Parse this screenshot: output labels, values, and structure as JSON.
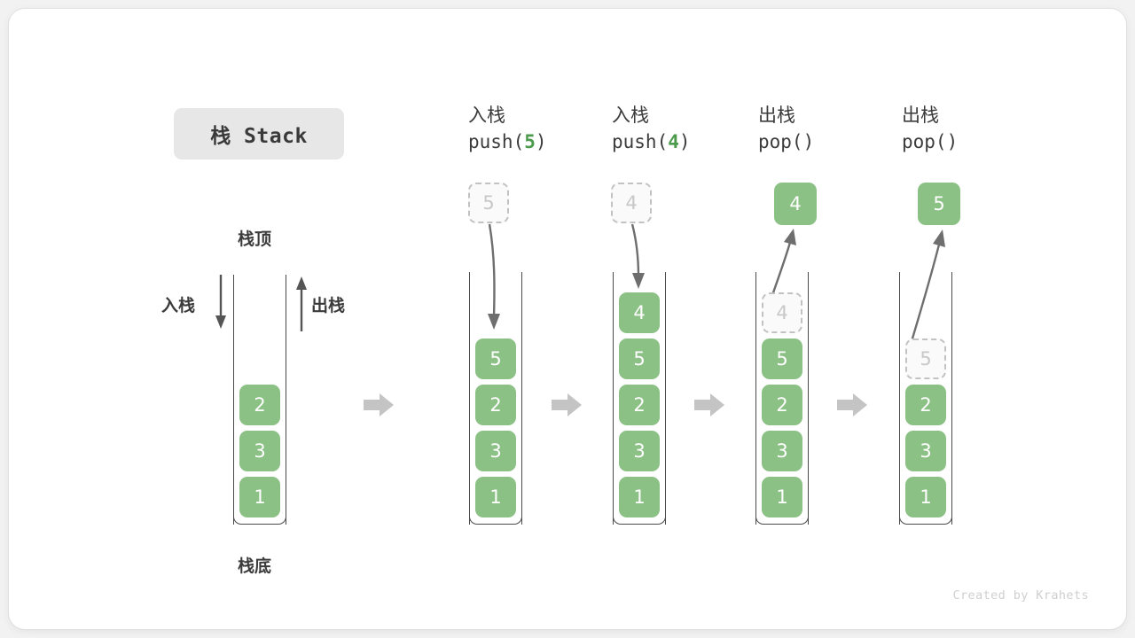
{
  "figure": {
    "title": "栈 Stack",
    "credit": "Created by Krahets",
    "accent_green": "#8cc186",
    "ghost_border": "#c2c2c2",
    "wall_color": "#4a4a4a",
    "separator_color": "#c4c4c4"
  },
  "legend": {
    "top_label": "栈顶",
    "bottom_label": "栈底",
    "push_label": "入栈",
    "pop_label": "出栈"
  },
  "columns": [
    {
      "id": "initial",
      "head_cn": "",
      "head_code": "",
      "head_arg": "",
      "cells": [
        "2",
        "3",
        "1"
      ],
      "floating": null,
      "floating_kind": "none",
      "ghost_index": null
    },
    {
      "id": "push-5",
      "head_cn": "入栈",
      "head_code_prefix": "push(",
      "head_arg": "5",
      "head_code_suffix": ")",
      "cells": [
        "5",
        "2",
        "3",
        "1"
      ],
      "floating": "5",
      "floating_kind": "ghost",
      "ghost_index": null
    },
    {
      "id": "push-4",
      "head_cn": "入栈",
      "head_code_prefix": "push(",
      "head_arg": "4",
      "head_code_suffix": ")",
      "cells": [
        "4",
        "5",
        "2",
        "3",
        "1"
      ],
      "floating": "4",
      "floating_kind": "ghost",
      "ghost_index": null
    },
    {
      "id": "pop-4",
      "head_cn": "出栈",
      "head_code_prefix": "pop(",
      "head_arg": "",
      "head_code_suffix": ")",
      "cells": [
        "4",
        "5",
        "2",
        "3",
        "1"
      ],
      "floating": "4",
      "floating_kind": "solid",
      "ghost_index": 0
    },
    {
      "id": "pop-5",
      "head_cn": "出栈",
      "head_code_prefix": "pop(",
      "head_arg": "",
      "head_code_suffix": ")",
      "cells": [
        "5",
        "2",
        "3",
        "1"
      ],
      "floating": "5",
      "floating_kind": "solid",
      "ghost_index": 0
    }
  ]
}
